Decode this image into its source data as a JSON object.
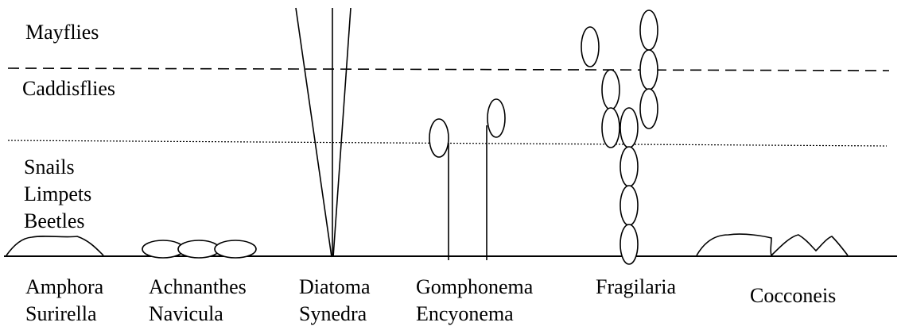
{
  "zones": {
    "top": "Mayflies",
    "middle": "Caddisflies",
    "bottom": [
      "Snails",
      "Limpets",
      "Beetles"
    ]
  },
  "groups": [
    {
      "names": [
        "Amphora",
        "Surirella"
      ]
    },
    {
      "names": [
        "Achnanthes",
        "Navicula"
      ]
    },
    {
      "names": [
        "Diatoma",
        "Synedra"
      ]
    },
    {
      "names": [
        "Gomphonema",
        "Encyonema"
      ]
    },
    {
      "names": [
        "Fragilaria"
      ]
    },
    {
      "names": [
        "Cocconeis"
      ]
    }
  ],
  "colors": {
    "ink": "#000000",
    "background": "#ffffff"
  }
}
